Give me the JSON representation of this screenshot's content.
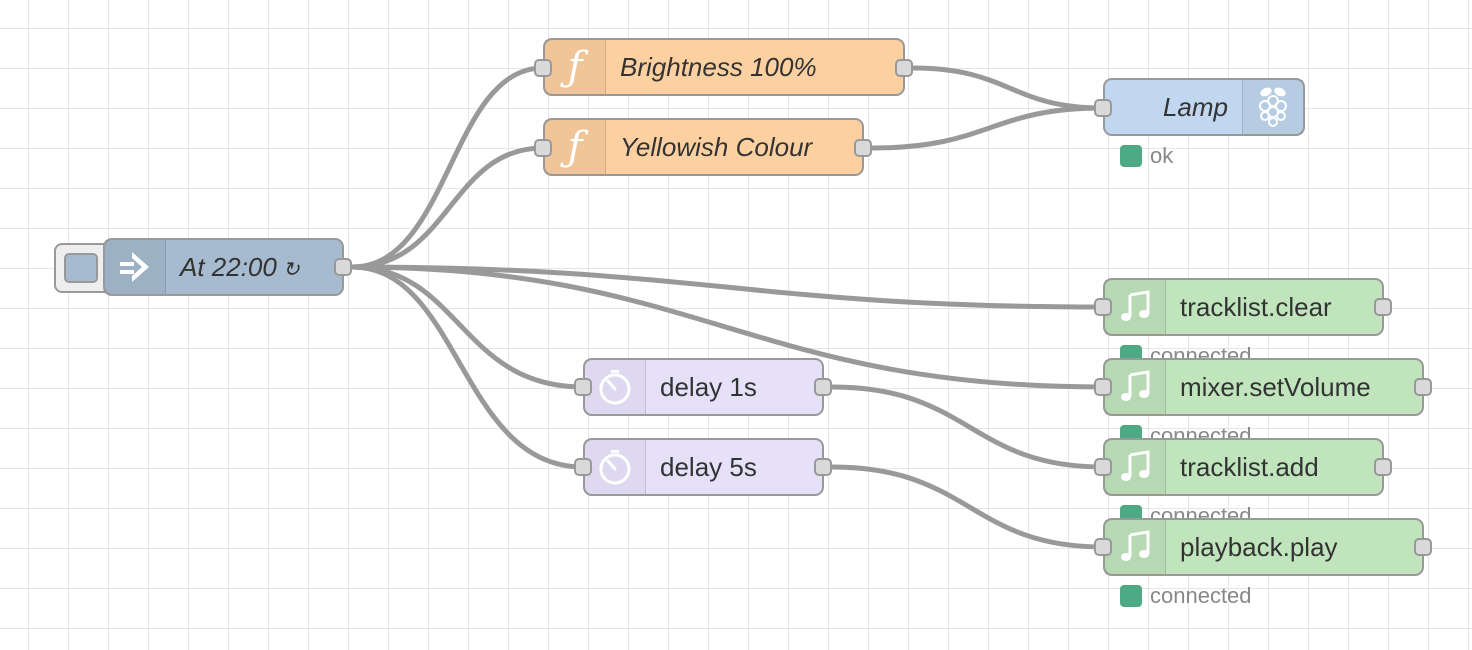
{
  "nodes": {
    "brightness": {
      "label": "Brightness 100%",
      "icon": "function-icon"
    },
    "yellowish": {
      "label": "Yellowish Colour",
      "icon": "function-icon"
    },
    "inject": {
      "label": "At 22:00",
      "repeat_glyph": "↻",
      "icon": "arrow-in-icon"
    },
    "lamp": {
      "label": "Lamp",
      "icon": "raspberry-pi-icon",
      "status": "ok"
    },
    "delay1": {
      "label": "delay 1s",
      "icon": "timer-icon"
    },
    "delay5": {
      "label": "delay 5s",
      "icon": "timer-icon"
    },
    "tracklist_clear": {
      "label": "tracklist.clear",
      "icon": "music-note-icon",
      "status": "connected"
    },
    "mixer_setvolume": {
      "label": "mixer.setVolume",
      "icon": "music-note-icon",
      "status": "connected"
    },
    "tracklist_add": {
      "label": "tracklist.add",
      "icon": "music-note-icon",
      "status": "connected"
    },
    "playback_play": {
      "label": "playback.play",
      "icon": "music-note-icon",
      "status": "connected"
    }
  },
  "colors": {
    "function": "#fdd0a2",
    "inject": "#a6bbcf",
    "delay": "#e6e0f8",
    "rpi": "#c0d7ef",
    "mopidy": "#c0e5bd",
    "wire": "#999999",
    "status_connected": "#4eaa85"
  }
}
